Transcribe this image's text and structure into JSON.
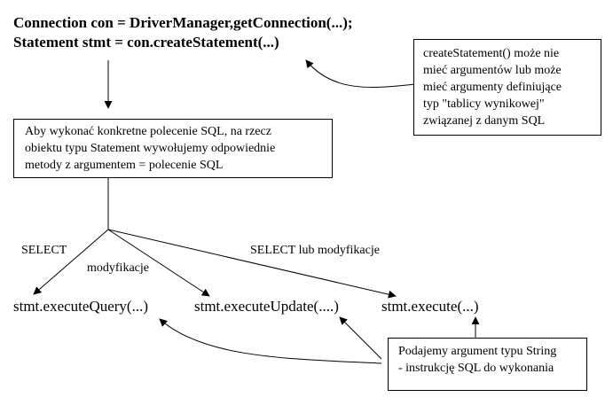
{
  "code": {
    "line1": "Connection con = DriverManager,getConnection(...);",
    "line2": "Statement stmt  = con.createStatement(...)"
  },
  "note_create": {
    "lines": [
      "createStatement() może nie",
      "mieć argumentów lub może",
      "mieć argumenty definiujące",
      "typ \"tablicy wynikowej\"",
      "związanej z danym SQL"
    ]
  },
  "main_box": {
    "lines": [
      "Aby wykonać konkretne polecenie SQL, na rzecz",
      "obiektu typu Statement wywołujemy odpowiednie",
      "metody z argumentem = polecenie SQL"
    ]
  },
  "edges": {
    "select": "SELECT",
    "modyfikacje": "modyfikacje",
    "select_or_mod": "SELECT lub modyfikacje"
  },
  "methods": {
    "query": "stmt.executeQuery(...)",
    "update": "stmt.executeUpdate(....)",
    "execute": "stmt.execute(...)"
  },
  "note_arg": {
    "lines": [
      "Podajemy argument typu String",
      "- instrukcję SQL do wykonania"
    ]
  }
}
